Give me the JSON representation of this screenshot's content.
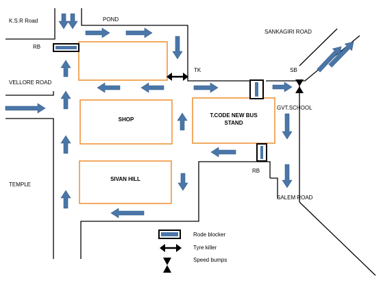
{
  "colors": {
    "arrow": "#4A76A8",
    "arrow_outline": "#355A85",
    "block_outline": "#F0A050",
    "road_line": "#000000",
    "blocker_fill": "#4A76A8"
  },
  "labels": {
    "ksr_road": "K.S.R Road",
    "pond": "POND",
    "sankagiri_road": "SANKAGIRI ROAD",
    "rb_left": "RB",
    "vellore_road": "VELLORE ROAD",
    "tk": "TK",
    "sb": "SB",
    "gvt_school": "GVT.SCHOOL",
    "rb_bottom": "RB",
    "temple": "TEMPLE",
    "salem_road": "SALEM ROAD"
  },
  "blocks": {
    "shop": "SHOP",
    "bus_stand_line1": "T.CODE NEW BUS",
    "bus_stand_line2": "STAND",
    "sivan_hill": "SIVAN HILL"
  },
  "legend": {
    "road_blocker": "Rode blocker",
    "tyre_killer": "Tyre killer",
    "speed_bumps": "Speed bumps"
  },
  "icons": {
    "road_blocker": "road-blocker-icon",
    "tyre_killer": "tyre-killer-icon",
    "speed_bump": "speed-bump-icon",
    "direction_arrow": "arrow-icon"
  }
}
